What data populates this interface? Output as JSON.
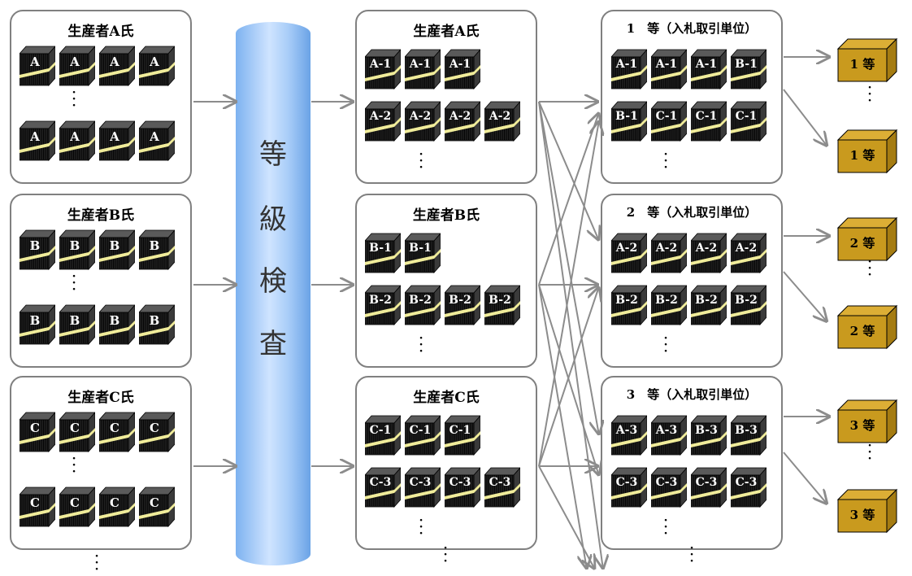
{
  "pillar": {
    "chars": [
      "等",
      "級",
      "検",
      "査"
    ]
  },
  "producers": [
    {
      "title": "生産者A氏",
      "letter": "A"
    },
    {
      "title": "生産者B氏",
      "letter": "B"
    },
    {
      "title": "生産者C氏",
      "letter": "C"
    }
  ],
  "sorted": [
    {
      "title": "生産者A氏",
      "row1": [
        "A-1",
        "A-1",
        "A-1"
      ],
      "row2": [
        "A-2",
        "A-2",
        "A-2",
        "A-2"
      ]
    },
    {
      "title": "生産者B氏",
      "row1": [
        "B-1",
        "B-1"
      ],
      "row2": [
        "B-2",
        "B-2",
        "B-2",
        "B-2"
      ]
    },
    {
      "title": "生産者C氏",
      "row1": [
        "C-1",
        "C-1",
        "C-1"
      ],
      "row2": [
        "C-3",
        "C-3",
        "C-3",
        "C-3"
      ]
    }
  ],
  "grades": [
    {
      "title": "1　等（入札取引単位）",
      "row1": [
        "A-1",
        "A-1",
        "A-1",
        "B-1"
      ],
      "row2": [
        "B-1",
        "C-1",
        "C-1",
        "C-1"
      ]
    },
    {
      "title": "2　等（入札取引単位）",
      "row1": [
        "A-2",
        "A-2",
        "A-2",
        "A-2"
      ],
      "row2": [
        "B-2",
        "B-2",
        "B-2",
        "B-2"
      ]
    },
    {
      "title": "3　等（入札取引単位）",
      "row1": [
        "A-3",
        "A-3",
        "B-3",
        "B-3"
      ],
      "row2": [
        "C-3",
        "C-3",
        "C-3",
        "C-3"
      ]
    }
  ],
  "boxes": [
    "1 等",
    "1 等",
    "2 等",
    "2 等",
    "3 等",
    "3 等"
  ],
  "colors": {
    "border": "#808080",
    "arrow": "#8c8c8c",
    "bale": "#222222",
    "band": "#f0ec9a",
    "box": "#c99a1e"
  }
}
